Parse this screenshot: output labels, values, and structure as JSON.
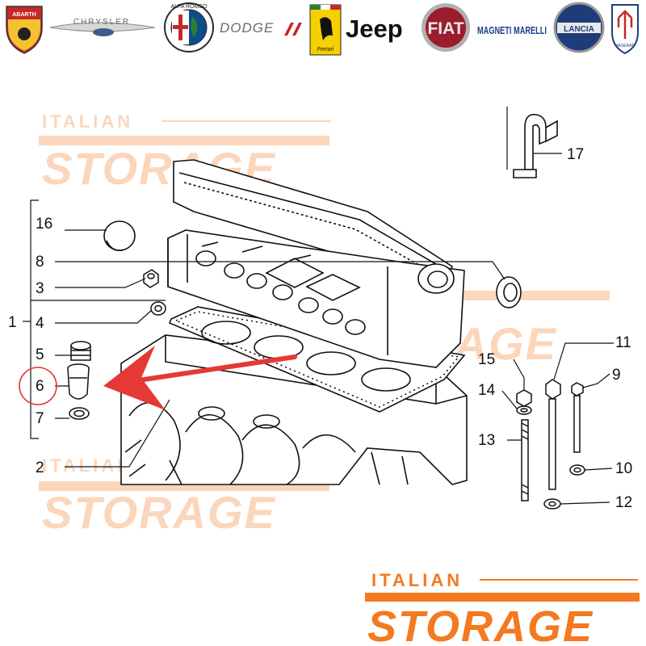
{
  "brand_strip": {
    "logos": [
      {
        "name": "abarth-logo",
        "text": "ABARTH"
      },
      {
        "name": "chrysler-logo",
        "text": "CHRYSLER"
      },
      {
        "name": "alfa-romeo-logo",
        "text": "ALFA ROMEO"
      },
      {
        "name": "dodge-logo",
        "text": "DODGE"
      },
      {
        "name": "ferrari-logo",
        "text": "Ferrari"
      },
      {
        "name": "jeep-logo",
        "text": "Jeep"
      },
      {
        "name": "fiat-logo",
        "text": "FIAT"
      },
      {
        "name": "magneti-marelli-logo",
        "text": "MAGNETI MARELLI"
      },
      {
        "name": "lancia-logo",
        "text": "LANCIA"
      },
      {
        "name": "maserati-logo",
        "text": "MASERATI"
      }
    ]
  },
  "callouts": {
    "c1": "1",
    "c2": "2",
    "c3": "3",
    "c4": "4",
    "c5": "5",
    "c6": "6",
    "c7": "7",
    "c8": "8",
    "c9": "9",
    "c10": "10",
    "c11": "11",
    "c12": "12",
    "c13": "13",
    "c14": "14",
    "c15": "15",
    "c16": "16",
    "c17": "17"
  },
  "highlight": {
    "part": "6",
    "color": "#e53935"
  },
  "watermark": {
    "top_line": "ITALIAN",
    "bottom_line": "STORAGE",
    "color": "#f47920"
  },
  "footer_logo": {
    "top_line": "ITALIAN",
    "bottom_line": "STORAGE",
    "color": "#f47920"
  }
}
